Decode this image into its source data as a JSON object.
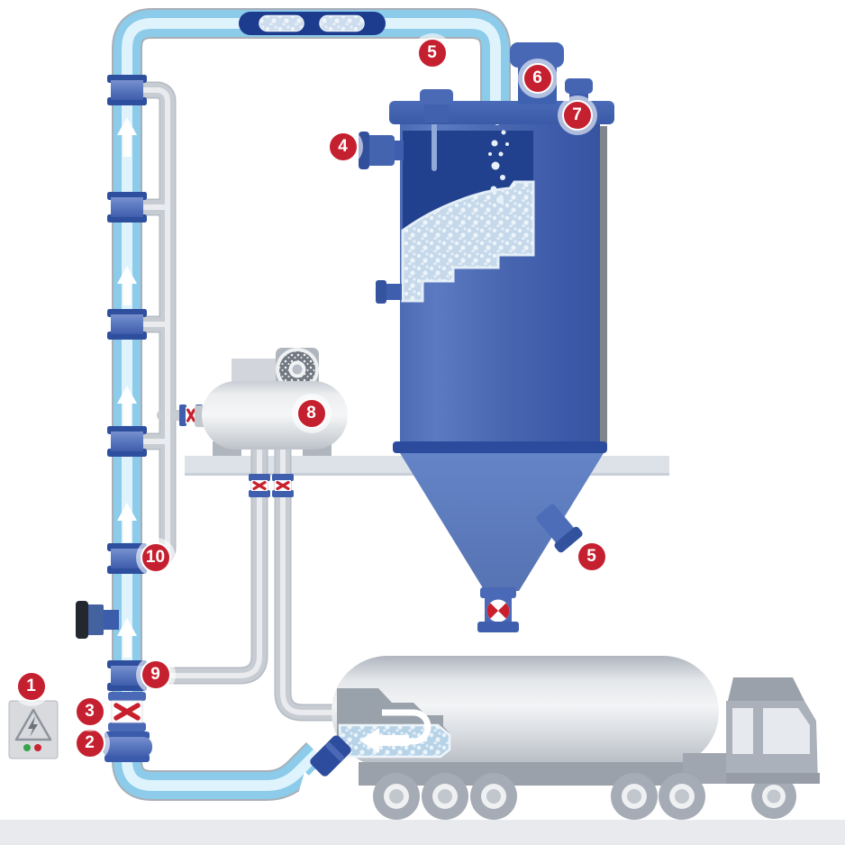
{
  "diagram": {
    "markers": [
      {
        "label": "1"
      },
      {
        "label": "2"
      },
      {
        "label": "3"
      },
      {
        "label": "4"
      },
      {
        "label": "5"
      },
      {
        "label": "6"
      },
      {
        "label": "7"
      },
      {
        "label": "5"
      },
      {
        "label": "8"
      },
      {
        "label": "9"
      },
      {
        "label": "10"
      }
    ],
    "colors": {
      "marker_red": "#c5202f",
      "conveying_pipe_blue": "#8ccbe9",
      "pipe_highlight": "#def3fc",
      "fitting_blue": "#2e4e9e",
      "silo_body_blue": "#4d6bb4",
      "silo_cutaway_navy": "#21408e",
      "material_light_blue": "#c6d9ea",
      "air_pipe_gray": "#c7ccd3",
      "machine_gray": "#d8dbdf",
      "valve_red": "#c8202c",
      "status_green": "#37a34c",
      "ground_gray": "#e8eaee"
    }
  }
}
